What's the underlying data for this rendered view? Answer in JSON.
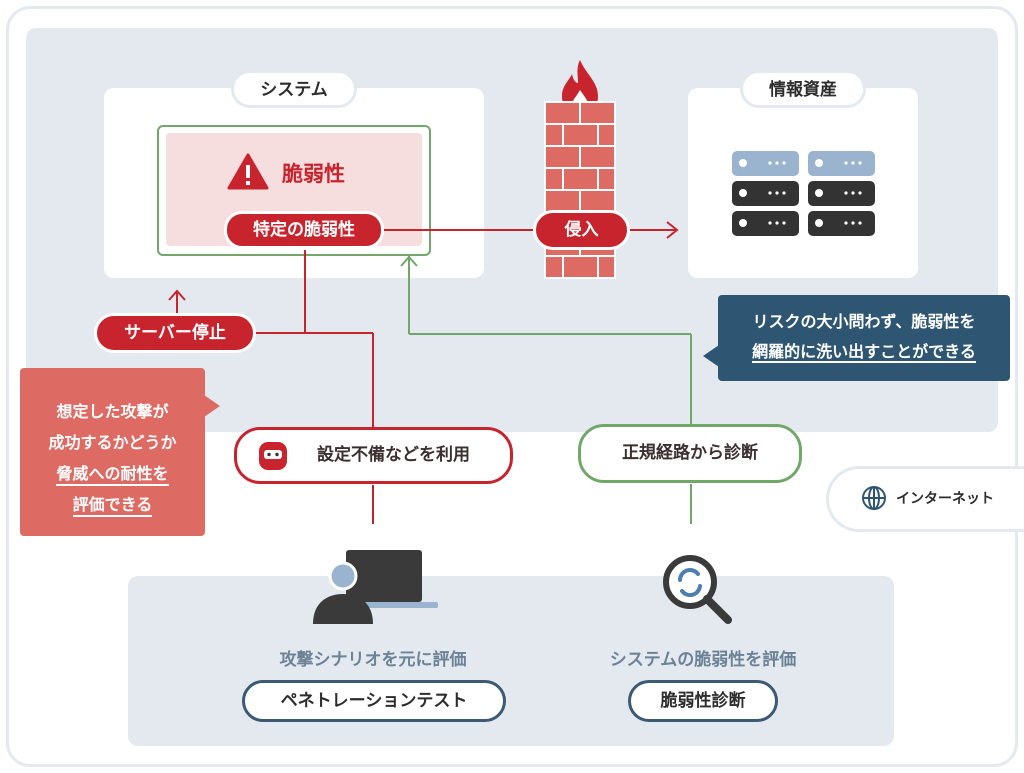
{
  "system": {
    "title": "システム",
    "vuln_label": "脆弱性",
    "specific_label": "特定の脆弱性"
  },
  "asset": {
    "title": "情報資産"
  },
  "intrusion_label": "侵入",
  "server_stop_label": "サーバー停止",
  "callout_left": {
    "line1": "想定した攻撃が",
    "line2": "成功するかどうか",
    "line3": "脅威への耐性を",
    "line4": "評価できる"
  },
  "callout_right": {
    "line1": "リスクの大小問わず、脆弱性を",
    "line2": "網羅的に洗い出すことができる"
  },
  "attack_method_label": "設定不備などを利用",
  "regular_route_label": "正規経路から診断",
  "internet_label": "インターネット",
  "pentest": {
    "desc": "攻撃シナリオを元に評価",
    "name": "ペネトレーションテスト"
  },
  "vuln_assessment": {
    "desc": "システムの脆弱性を評価",
    "name": "脆弱性診断"
  },
  "colors": {
    "red": "#c8242e",
    "green": "#71a86a",
    "navy": "#2e5672",
    "salmon": "#dd6a63",
    "panel": "#e4e9f0"
  }
}
